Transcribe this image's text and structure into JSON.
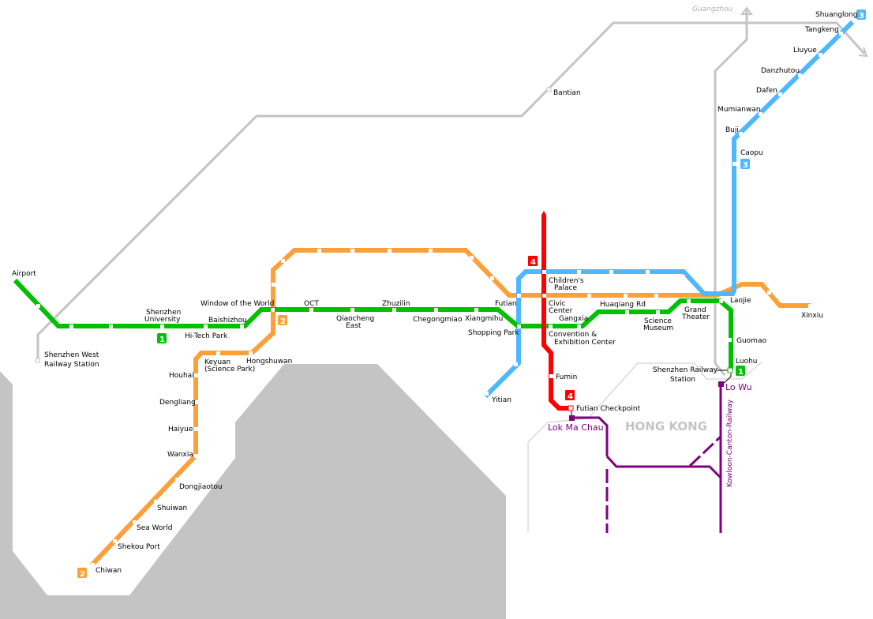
{
  "map": {
    "region_label": "HONG KONG",
    "direction_label": "Guangzhou",
    "colors": {
      "line1": "#00c000",
      "line2": "#ff9f38",
      "line3": "#4db8ff",
      "line4": "#ff0000",
      "railway": "#c4c4c4",
      "kcr": "#800080",
      "land": "#c4c4c4"
    },
    "lines": [
      {
        "id": "1",
        "badge": "1",
        "color": "#00c000"
      },
      {
        "id": "2",
        "badge": "2",
        "color": "#ff9f38"
      },
      {
        "id": "3",
        "badge": "3",
        "color": "#4db8ff"
      },
      {
        "id": "4",
        "badge": "4",
        "color": "#ff0000"
      }
    ],
    "stations": {
      "airport": "Airport",
      "shenzhen_university_1": "Shenzhen",
      "shenzhen_university_2": "University",
      "hitech_park": "Hi-Tech Park",
      "baishizhou": "Baishizhou",
      "window_of_the_world": "Window of the World",
      "oct": "OCT",
      "qiaocheng_east_1": "Qiaocheng",
      "qiaocheng_east_2": "East",
      "zhuzilin": "Zhuzilin",
      "chegongmiao": "Chegongmiao",
      "xiangmihu": "Xiangmihu",
      "futian": "Futian",
      "shopping_park": "Shopping Park",
      "childrens_palace_1": "Children's",
      "childrens_palace_2": "Palace",
      "civic_center_1": "Civic",
      "civic_center_2": "Center",
      "gangxia": "Gangxia",
      "convention_1": "Convention &",
      "convention_2": "Exhibition Center",
      "huaqiang_rd": "Huaqiang Rd",
      "science_museum_1": "Science",
      "science_museum_2": "Museum",
      "grand_theater_1": "Grand",
      "grand_theater_2": "Theater",
      "laojie": "Laojie",
      "xinxiu": "Xinxiu",
      "guomao": "Guomao",
      "luohu": "Luohu",
      "shenzhen_railway_1": "Shenzhen Railway",
      "shenzhen_railway_2": "Station",
      "lo_wu": "Lo Wu",
      "fumin": "Fumin",
      "futian_checkpoint": "Futian Checkpoint",
      "lok_ma_chau": "Lok Ma Chau",
      "yitian": "Yitian",
      "kcr": "Kowloon-Canton-Railway",
      "shenzhen_west_1": "Shenzhen West",
      "shenzhen_west_2": "Railway Station",
      "keyuan_1": "Keyuan",
      "keyuan_2": "(Science Park)",
      "hongshuwan": "Hongshuwan",
      "houhai": "Houhai",
      "dengliang": "Dengliang",
      "haiyue": "Haiyue",
      "wanxia": "Wanxia",
      "dongjiaotou": "Dongjiaotou",
      "shuiwan": "Shuiwan",
      "sea_world": "Sea World",
      "shekou_port": "Shekou Port",
      "chiwan": "Chiwan",
      "bantian": "Bantian",
      "caopu": "Caopu",
      "buji": "Buji",
      "mumianwan": "Mumianwan",
      "dafen": "Dafen",
      "danzhutou": "Danzhutou",
      "liuyue": "Liuyue",
      "tangkeng": "Tangkeng",
      "shuanglong": "Shuanglong"
    }
  }
}
